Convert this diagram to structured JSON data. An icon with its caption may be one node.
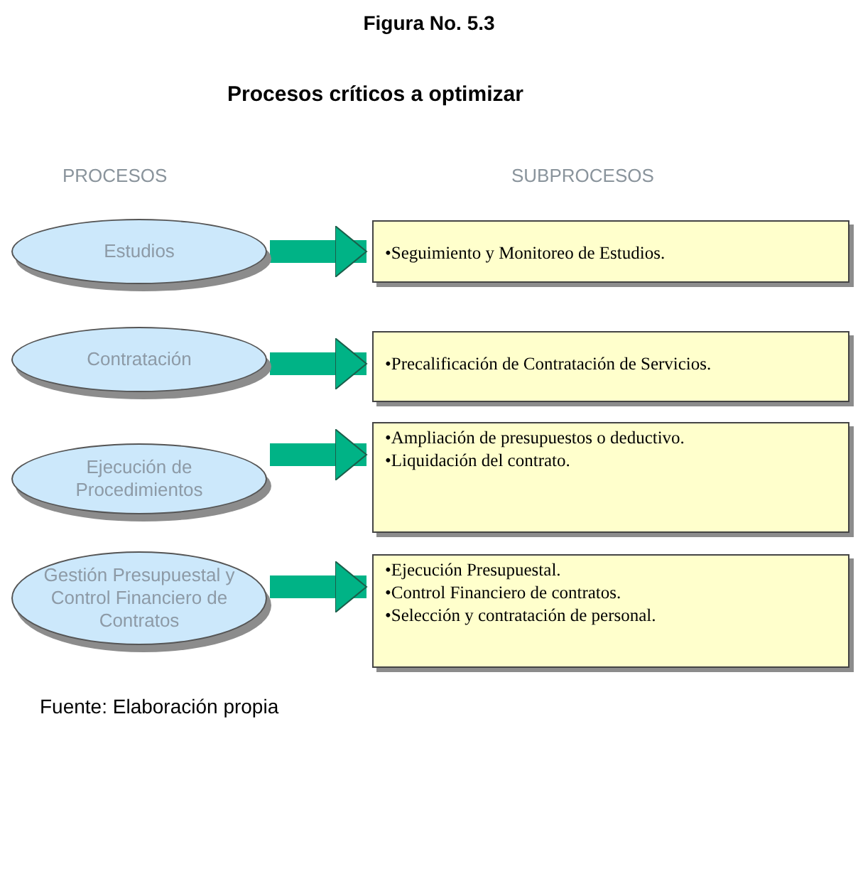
{
  "diagram": {
    "title": "Procesos críticos a optimizar",
    "caption": "Fuente: Elaboración propia",
    "nodes": [
      {
        "text": [
          "Estudios"
        ]
      },
      {
        "text": [
          "Contratación"
        ]
      },
      {
        "text": [
          "Ejecución de Procedimientos"
        ]
      },
      {
        "text": [
          "Gestión Presupuestal y Control Financiero de Contratos"
        ]
      },
      {
        "text": [
          "•Seguimiento y Monitoreo de Estudios."
        ]
      },
      {
        "text": [
          "•Precalificación de Contratación de Servicios."
        ]
      },
      {
        "text": [
          "•Ampliación de presupuestos o deductivo.",
          "•Liquidación del contrato."
        ]
      },
      {
        "text": [
          "•Ejecución Presupuestal.",
          "•Control Financiero de contratos.",
          "•Selección y contratación de personal."
        ]
      }
    ],
    "edges": [
      {
        "from": 0,
        "to": 4,
        "arrow": "to"
      },
      {
        "from": 1,
        "to": 5,
        "arrow": "to"
      },
      {
        "from": 2,
        "to": 6,
        "arrow": "to"
      },
      {
        "from": 3,
        "to": 7,
        "arrow": "to"
      }
    ],
    "labels": [
      "Figura No. 5.3",
      "PROCESOS",
      "SUBPROCESOS"
    ]
  }
}
